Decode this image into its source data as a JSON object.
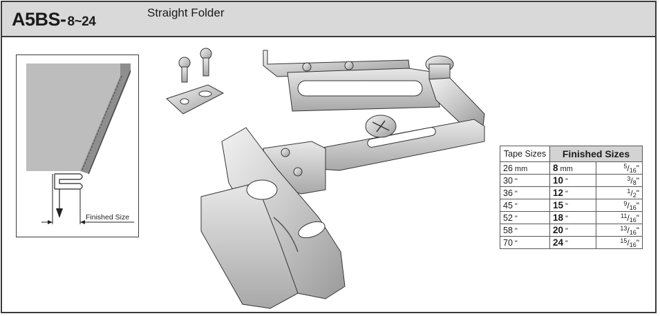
{
  "header": {
    "model": "A5BS-",
    "range": "8~24",
    "title": "Straight Folder"
  },
  "diagram": {
    "finished_size_label": "Finished Size"
  },
  "table": {
    "col_tape": "Tape Sizes",
    "col_finished": "Finished Sizes",
    "rows": [
      {
        "tape": "26",
        "tape_unit": "mm",
        "fin": "8",
        "fin_unit": "mm",
        "num": "5",
        "den": "16",
        "inch_mark": "\""
      },
      {
        "tape": "30",
        "tape_unit": "\"",
        "fin": "10",
        "fin_unit": "\"",
        "num": "3",
        "den": "8",
        "inch_mark": "\""
      },
      {
        "tape": "36",
        "tape_unit": "\"",
        "fin": "12",
        "fin_unit": "\"",
        "num": "1",
        "den": "2",
        "inch_mark": "\""
      },
      {
        "tape": "45",
        "tape_unit": "\"",
        "fin": "15",
        "fin_unit": "\"",
        "num": "9",
        "den": "16",
        "inch_mark": "\""
      },
      {
        "tape": "52",
        "tape_unit": "\"",
        "fin": "18",
        "fin_unit": "\"",
        "num": "11",
        "den": "16",
        "inch_mark": "\""
      },
      {
        "tape": "58",
        "tape_unit": "\"",
        "fin": "20",
        "fin_unit": "\"",
        "num": "13",
        "den": "16",
        "inch_mark": "\""
      },
      {
        "tape": "70",
        "tape_unit": "\"",
        "fin": "24",
        "fin_unit": "\"",
        "num": "15",
        "den": "16",
        "inch_mark": "\""
      }
    ]
  }
}
